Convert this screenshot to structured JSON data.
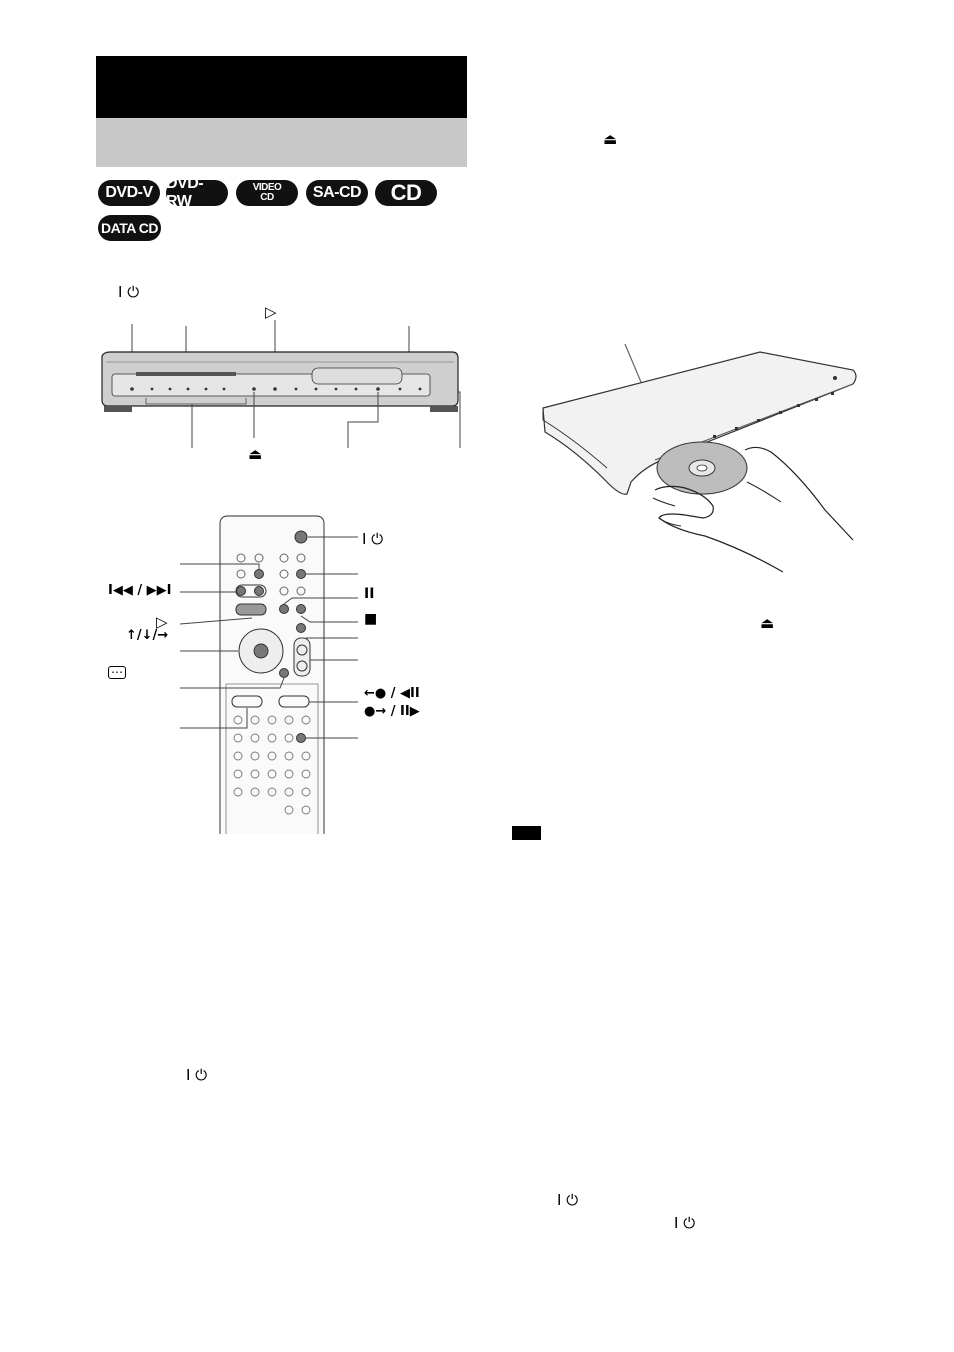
{
  "badges": {
    "dvd_v": "DVD-V",
    "dvd_rw": "DVD-RW",
    "video_cd_top": "VIDEO",
    "video_cd_bottom": "CD",
    "sa_cd": "SA-CD",
    "cd": "CD",
    "data_cd": "DATA CD"
  },
  "symbols": {
    "power": "I ⏻",
    "play": "▷",
    "eject": "⏏",
    "prev_next": "I◀◀ / ▶▶I",
    "arrows": "↑/↓/→",
    "pause": "II",
    "stop": "■",
    "step_back": "←● / ◀II",
    "step_fwd": "●→ / II▶",
    "display": "⋯"
  },
  "colors": {
    "header_black": "#000000",
    "header_gray": "#c8c8c8"
  }
}
